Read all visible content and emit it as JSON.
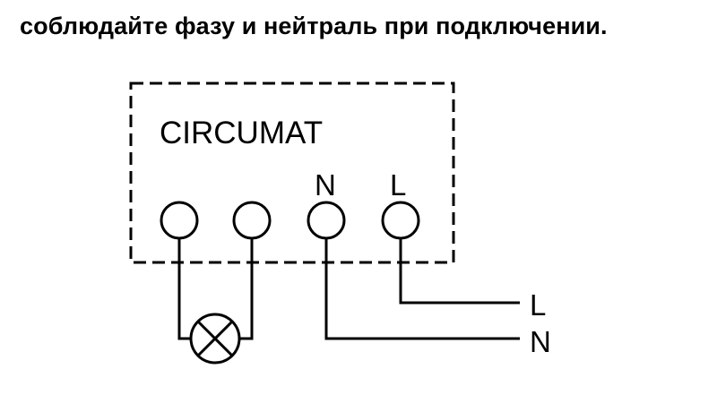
{
  "caption": "соблюдайте фазу и нейтраль при подключении.",
  "device": {
    "name": "CIRCUMAT"
  },
  "terminals": {
    "n_label": "N",
    "l_label": "L"
  },
  "wires": {
    "l_label": "L",
    "n_label": "N"
  }
}
